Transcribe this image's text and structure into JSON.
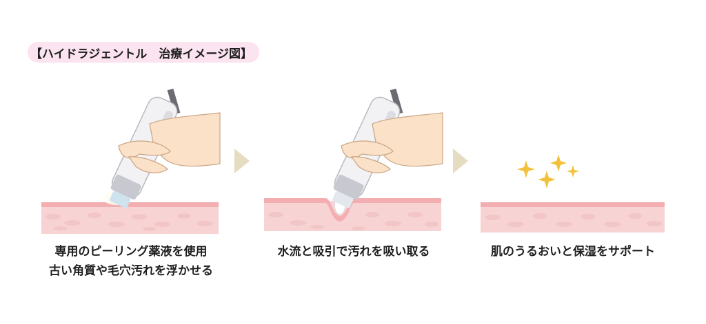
{
  "title": "【ハイドラジェントル　治療イメージ図】",
  "steps": [
    {
      "icon": "hand-holding-hydra-device-icon",
      "caption_lines": [
        "専用のピーリング薬液を使用",
        "古い角質や毛穴汚れを浮かせる"
      ]
    },
    {
      "icon": "hand-holding-hydra-device-suction-icon",
      "caption_lines": [
        "水流と吸引で汚れを吸い取る"
      ]
    },
    {
      "icon": "sparkle-skin-icon",
      "caption_lines": [
        "肌のうるおいと保湿をサポート"
      ]
    }
  ],
  "arrow_icon": "chevron-right-triangle-icon",
  "colors": {
    "title_bg": "#fbe3ef",
    "skin_top": "#f3aeb2",
    "skin_body": "#f8d3d3",
    "arrow": "#e5dcc1",
    "sparkle": "#f3c23c",
    "hand": "#fbe1c8",
    "device": "#f2f2f4"
  }
}
